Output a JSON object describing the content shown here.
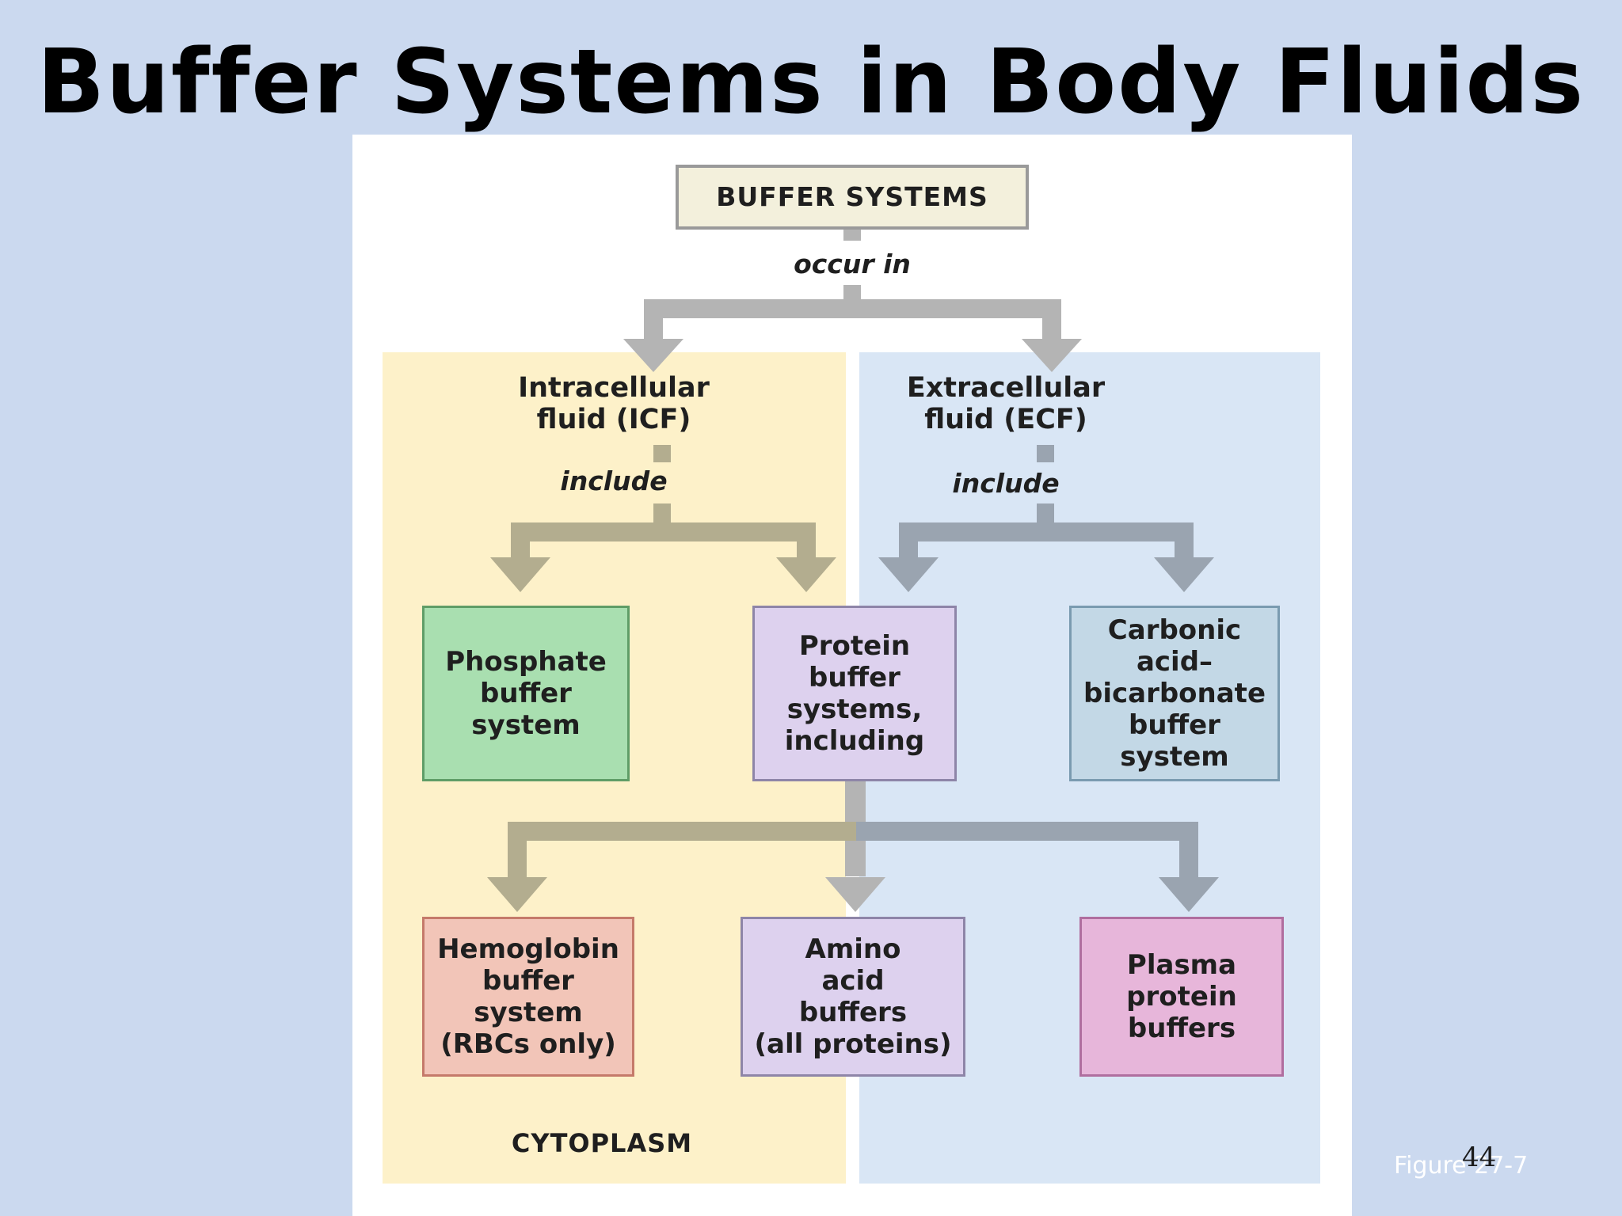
{
  "slide": {
    "title": "Buffer Systems in Body Fluids",
    "page_number": "44",
    "figure_caption": "Figure 27-7"
  },
  "diagram": {
    "root": "BUFFER SYSTEMS",
    "root_connector": "occur in",
    "icf": {
      "heading": "Intracellular\nfluid (ICF)",
      "connector": "include",
      "region_label": "CYTOPLASM"
    },
    "ecf": {
      "heading": "Extracellular\nfluid (ECF)",
      "connector": "include"
    },
    "boxes": {
      "phosphate": "Phosphate\nbuffer\nsystem",
      "protein": "Protein\nbuffer\nsystems,\nincluding",
      "carbonic": "Carbonic\nacid–\nbicarbonate\nbuffer\nsystem",
      "hemoglobin": "Hemoglobin\nbuffer\nsystem\n(RBCs only)",
      "amino": "Amino\nacid\nbuffers\n(all proteins)",
      "plasma": "Plasma\nprotein\nbuffers"
    },
    "colors": {
      "slide_background": "#cbd9ef",
      "icf_region": "#fdf1c9",
      "ecf_region": "#d9e6f5",
      "phosphate_box": "#a9dfb0",
      "protein_box": "#ddd1ee",
      "carbonic_box": "#c3d8e6",
      "hemoglobin_box": "#f2c5b8",
      "amino_box": "#ddd1ee",
      "plasma_box": "#e7b6da",
      "arrow_icf": "#b3ad8f",
      "arrow_ecf": "#9aa4b0",
      "arrow_neutral": "#b4b4b4"
    }
  }
}
